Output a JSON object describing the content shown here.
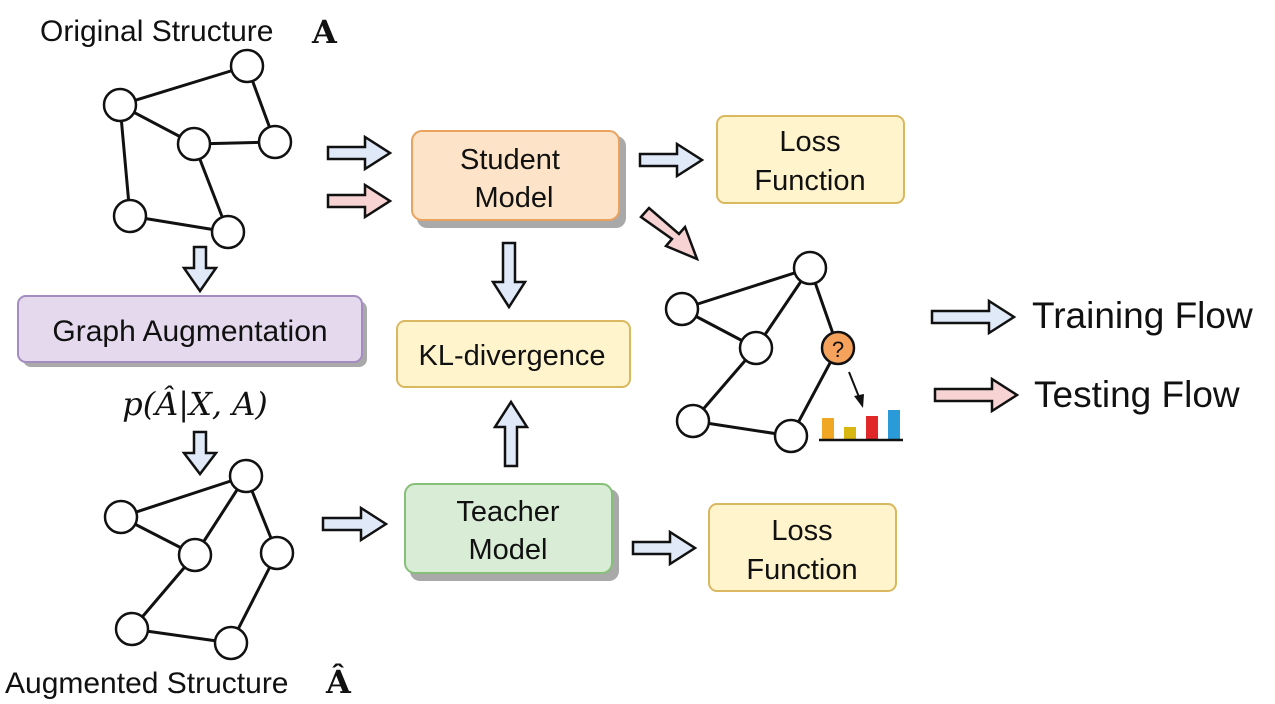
{
  "labels": {
    "original_structure": "Original Structure",
    "original_symbol": "A",
    "augmented_structure": "Augmented Structure",
    "augmented_symbol": "Â",
    "formula": "p(Â|X, A)",
    "training_flow": "Training Flow",
    "testing_flow": "Testing Flow",
    "unknown_marker": "?"
  },
  "boxes": {
    "student": {
      "line1": "Student",
      "line2": "Model"
    },
    "teacher": {
      "line1": "Teacher",
      "line2": "Model"
    },
    "loss_top": {
      "line1": "Loss",
      "line2": "Function"
    },
    "loss_bottom": {
      "line1": "Loss",
      "line2": "Function"
    },
    "kl": {
      "text": "KL-divergence"
    },
    "graph_aug": {
      "text": "Graph Augmentation"
    }
  },
  "colors": {
    "student_fill": "#fde3c8",
    "student_stroke": "#e9a35f",
    "teacher_fill": "#d8ecd6",
    "teacher_stroke": "#86bf78",
    "loss_fill": "#fff4cc",
    "loss_stroke": "#d9b860",
    "aug_fill": "#e5d9ee",
    "aug_stroke": "#a58cc0",
    "training_arrow": "#dfe9f7",
    "testing_arrow": "#f7d3d3",
    "question_node": "#f5a25d",
    "bars": [
      "#f0a824",
      "#d8b810",
      "#e02828",
      "#2a9ad8"
    ]
  }
}
